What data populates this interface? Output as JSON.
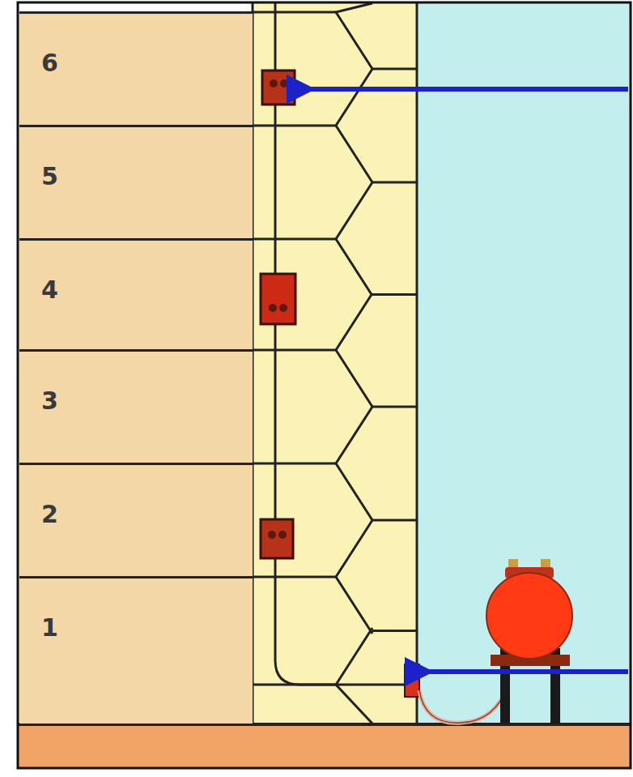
{
  "diagram": {
    "nodes": [
      {
        "text": [
          "6"
        ]
      },
      {
        "text": [
          "5"
        ]
      },
      {
        "text": [
          "4"
        ]
      },
      {
        "text": [
          "3"
        ]
      },
      {
        "text": [
          "2"
        ]
      },
      {
        "text": [
          "1"
        ]
      }
    ]
  }
}
